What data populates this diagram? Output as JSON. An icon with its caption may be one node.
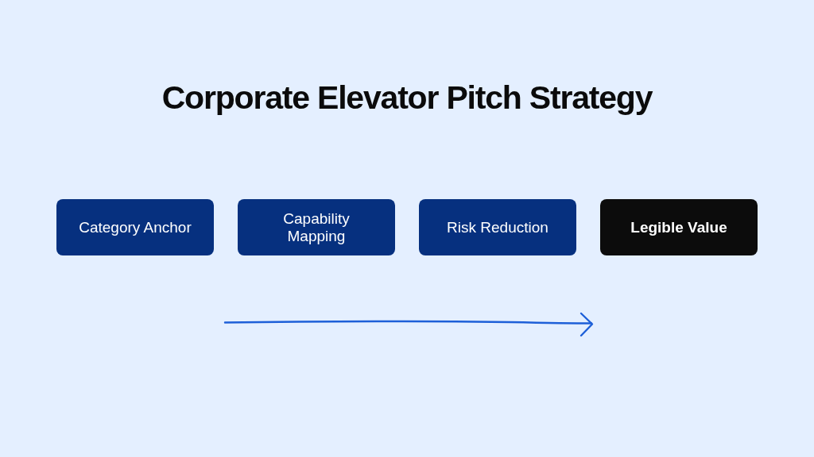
{
  "diagram": {
    "title": "Corporate Elevator Pitch Strategy",
    "nodes": [
      {
        "text": [
          "Category Anchor"
        ]
      },
      {
        "text": [
          "Capability Mapping"
        ]
      },
      {
        "text": [
          "Risk Reduction"
        ]
      },
      {
        "text": [
          "Legible Value"
        ]
      }
    ],
    "edges": []
  }
}
